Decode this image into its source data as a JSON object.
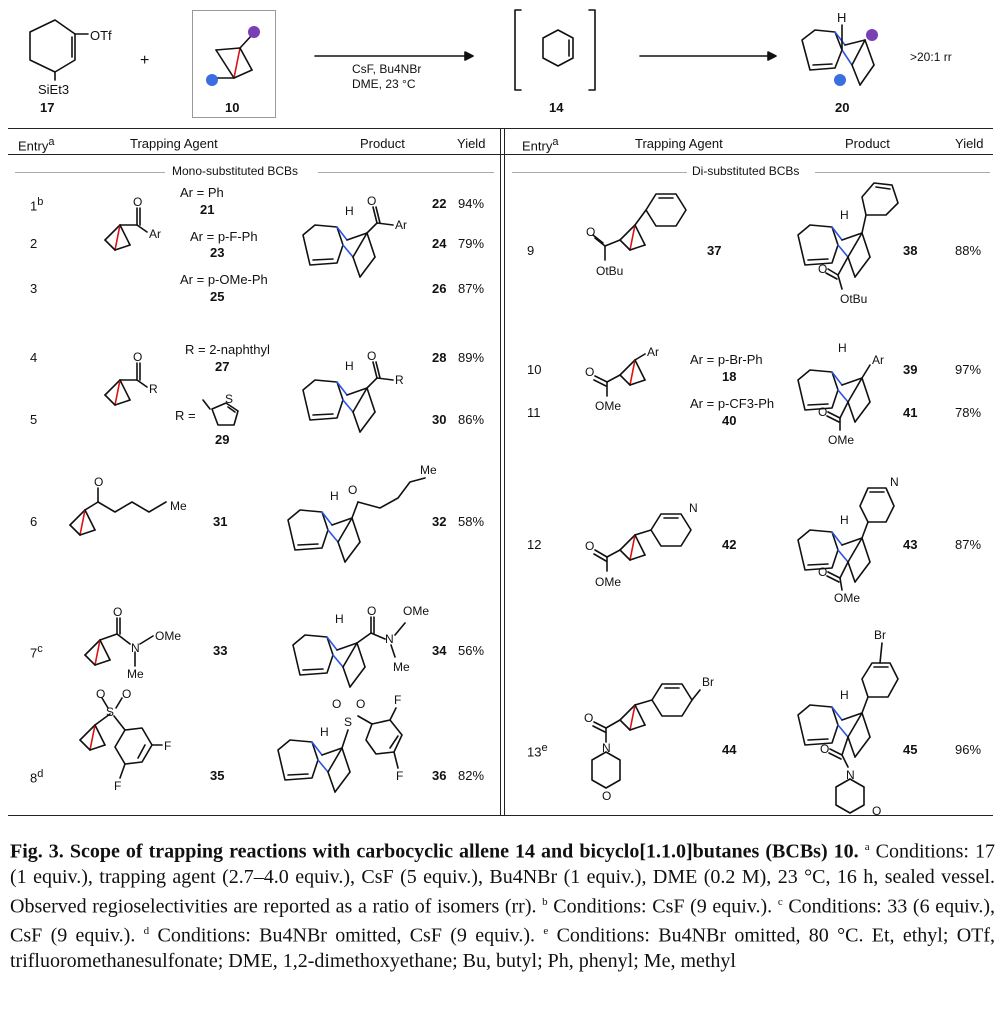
{
  "scheme": {
    "reagent17_label": "17",
    "reagent17_group1": "OTf",
    "reagent17_group2": "SiEt3",
    "plus": "+",
    "reagent10_label": "10",
    "conditions_line1": "CsF, Bu4NBr",
    "conditions_line2": "DME, 23 °C",
    "intermediate_label": "14",
    "product_label": "20",
    "product_h": "H",
    "rr": ">20:1 rr"
  },
  "table_headers": {
    "entry": "Entry",
    "entry_sup": "a",
    "trapping_agent": "Trapping Agent",
    "product": "Product",
    "yield": "Yield"
  },
  "sections": {
    "left": "Mono-substituted BCBs",
    "right": "Di-substituted BCBs"
  },
  "left_entries": [
    {
      "entry": "1",
      "sup": "b",
      "sub_text": "Ar = Ph",
      "agent": "21",
      "product": "22",
      "yield": "94%"
    },
    {
      "entry": "2",
      "sup": "",
      "sub_text": "Ar = p-F-Ph",
      "agent": "23",
      "product": "24",
      "yield": "79%"
    },
    {
      "entry": "3",
      "sup": "",
      "sub_text": "Ar = p-OMe-Ph",
      "agent": "25",
      "product": "26",
      "yield": "87%"
    },
    {
      "entry": "4",
      "sup": "",
      "sub_text": "R = 2-naphthyl",
      "agent": "27",
      "product": "28",
      "yield": "89%"
    },
    {
      "entry": "5",
      "sup": "",
      "sub_text": "R =",
      "agent": "29",
      "product": "30",
      "yield": "86%"
    },
    {
      "entry": "6",
      "sup": "",
      "sub_text": "",
      "agent": "31",
      "product": "32",
      "yield": "58%"
    },
    {
      "entry": "7",
      "sup": "c",
      "sub_text": "",
      "agent": "33",
      "product": "34",
      "yield": "56%"
    },
    {
      "entry": "8",
      "sup": "d",
      "sub_text": "",
      "agent": "35",
      "product": "36",
      "yield": "82%"
    }
  ],
  "right_entries": [
    {
      "entry": "9",
      "sup": "",
      "sub_text": "",
      "agent": "37",
      "product": "38",
      "yield": "88%"
    },
    {
      "entry": "10",
      "sup": "",
      "sub_text": "Ar = p-Br-Ph",
      "agent": "18",
      "product": "39",
      "yield": "97%"
    },
    {
      "entry": "11",
      "sup": "",
      "sub_text": "Ar = p-CF3-Ph",
      "agent": "40",
      "product": "41",
      "yield": "78%"
    },
    {
      "entry": "12",
      "sup": "",
      "sub_text": "",
      "agent": "42",
      "product": "43",
      "yield": "87%"
    },
    {
      "entry": "13",
      "sup": "e",
      "sub_text": "",
      "agent": "44",
      "product": "45",
      "yield": "96%"
    }
  ],
  "atoms": {
    "ar": "Ar",
    "r": "R",
    "o": "O",
    "h": "H",
    "me": "Me",
    "ome": "OMe",
    "n": "N",
    "s": "S",
    "f": "F",
    "br": "Br",
    "otbu": "OtBu"
  },
  "caption": {
    "title": "Fig. 3. Scope of trapping reactions with carbocyclic allene 14 and bicyclo[1.1.0]butanes (BCBs) 10.",
    "note_a": "Conditions: 17 (1 equiv.), trapping agent (2.7–4.0 equiv.), CsF (5 equiv.), Bu4NBr (1 equiv.), DME (0.2 M), 23 °C, 16 h, sealed vessel. Observed regioselectivities are reported as a ratio of isomers (rr).",
    "note_b": "Conditions: CsF (9 equiv.).",
    "note_c": "Conditions: 33 (6 equiv.), CsF (9 equiv.).",
    "note_d": "Conditions: Bu4NBr omitted, CsF (9 equiv.).",
    "note_e": "Conditions: Bu4NBr omitted, 80 °C. Et, ethyl; OTf, trifluoromethanesulfonate; DME, 1,2-dimethoxyethane; Bu, butyl; Ph, phenyl; Me, methyl",
    "sup_a": "a",
    "sup_b": "b",
    "sup_c": "c",
    "sup_d": "d",
    "sup_e": "e"
  }
}
